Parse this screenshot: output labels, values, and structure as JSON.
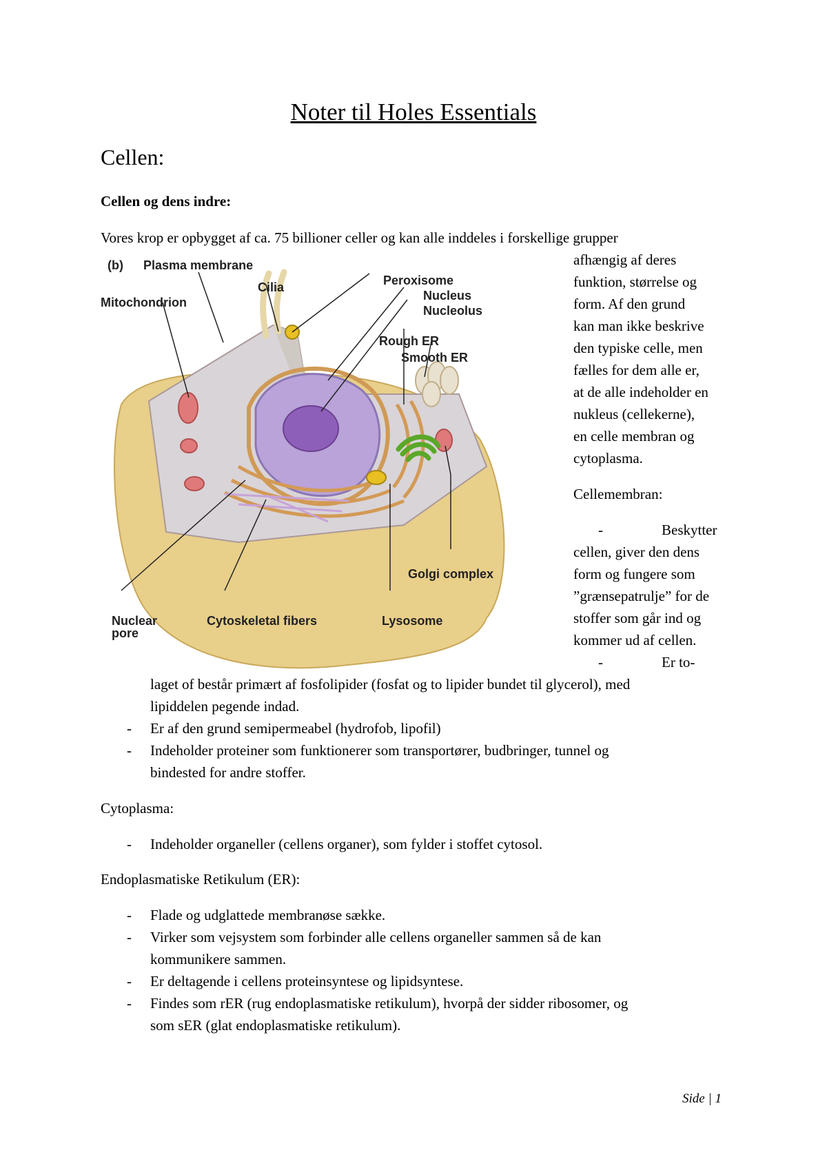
{
  "title": "Noter til Holes Essentials",
  "section_title": "Cellen:",
  "subsection_title": "Cellen og dens indre:",
  "intro_line": "Vores krop er opbygget af ca. 75 billioner celler og kan alle inddeles i forskellige grupper",
  "side_paragraph": [
    "afhængig af deres",
    "funktion, størrelse og",
    "form. Af den grund",
    "kan man ikke beskrive",
    "den typiske celle, men",
    "fælles for dem alle er,",
    "at de alle indeholder en",
    "nukleus (cellekerne),",
    "en celle membran og",
    "cytoplasma."
  ],
  "figure": {
    "panel_label": "(b)",
    "labels": {
      "plasma_membrane": "Plasma membrane",
      "cilia": "Cilia",
      "mitochondrion": "Mitochondrion",
      "peroxisome": "Peroxisome",
      "nucleus": "Nucleus",
      "nucleolus": "Nucleolus",
      "rough_er": "Rough ER",
      "smooth_er": "Smooth ER",
      "golgi_complex": "Golgi complex",
      "nuclear_pore_1": "Nuclear",
      "nuclear_pore_2": "pore",
      "cytoskeletal_fibers": "Cytoskeletal fibers",
      "lysosome": "Lysosome"
    }
  },
  "cellemembran": {
    "heading": "Cellemembran:",
    "bullet1_lines": [
      "Beskytter",
      "cellen, giver den dens",
      "form og fungere som",
      "”grænsepatrulje”  for de",
      "stoffer som går ind og",
      "kommer ud af cellen."
    ],
    "bullet2_start": "Er to-",
    "bullet2_lines": [
      "laget of består primært af fosfolipider (fosfat og to lipider bundet til glycerol), med",
      "lipiddelen pegende indad."
    ],
    "bullet3": "Er af den grund semipermeabel (hydrofob, lipofil)",
    "bullet4_lines": [
      "Indeholder proteiner som funktionerer som transportører, budbringer, tunnel og",
      "bindested for andre stoffer."
    ]
  },
  "cytoplasma": {
    "heading": "Cytoplasma:",
    "bullet1": "Indeholder organeller (cellens organer), som fylder i stoffet cytosol."
  },
  "er": {
    "heading": "Endoplasmatiske Retikulum (ER):",
    "bullet1": "Flade og udglattede membranøse sække.",
    "bullet2_lines": [
      "Virker som vejsystem som forbinder alle cellens organeller sammen så de kan",
      "kommunikere sammen."
    ],
    "bullet3": "Er deltagende i cellens proteinsyntese og lipidsyntese.",
    "bullet4_lines": [
      "Findes som rER (rug endoplasmatiske retikulum), hvorpå der sidder ribosomer, og",
      "som sER (glat endoplasmatiske retikulum)."
    ]
  },
  "dash_symbol": "-",
  "footer": {
    "label": "Side |",
    "page_number": "1"
  }
}
